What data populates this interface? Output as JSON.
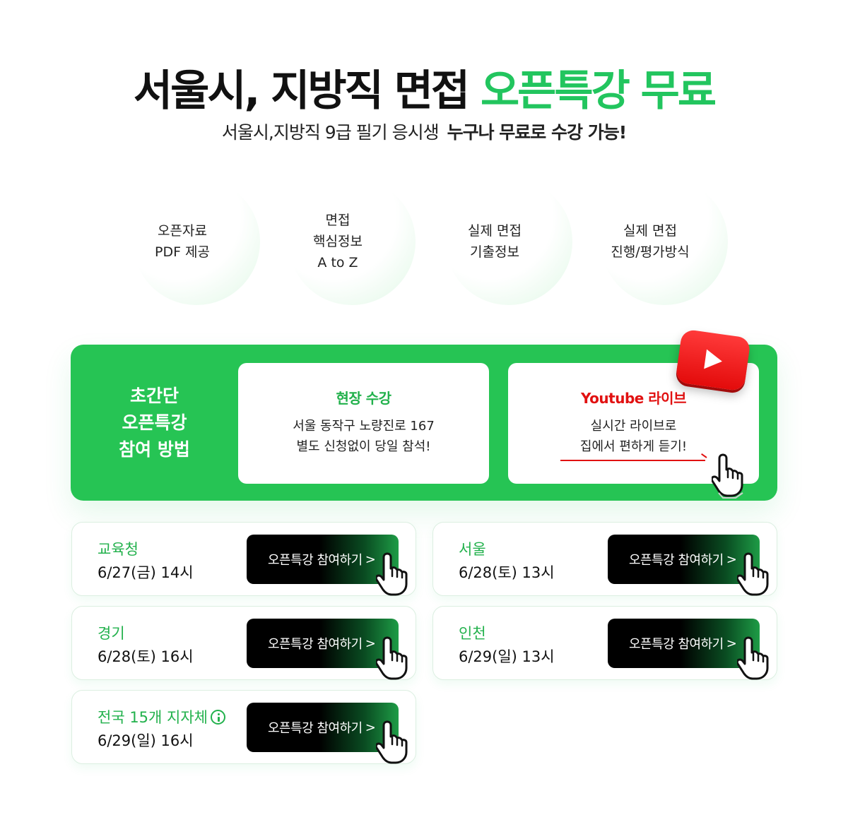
{
  "header": {
    "title_main": "서울시, 지방직 면접 ",
    "title_accent": "오픈특강 무료",
    "subtitle": "서울시,지방직 9급 필기 응시생",
    "subtitle_strong": "누구나 무료로 수강 가능!"
  },
  "features": [
    {
      "lines": [
        "오픈자료",
        "PDF 제공"
      ]
    },
    {
      "lines": [
        "면접",
        "핵심정보",
        "A to Z"
      ]
    },
    {
      "lines": [
        "실제 면접",
        "기출정보"
      ]
    },
    {
      "lines": [
        "실제 면접",
        "진행/평가방식"
      ]
    }
  ],
  "howto": {
    "title_lines": [
      "초간단",
      "오픈특강",
      "참여 방법"
    ],
    "onsite": {
      "title": "현장 수강",
      "lines": [
        "서울 동작구 노량진로 167",
        "별도 신청없이 당일 참석!"
      ]
    },
    "youtube": {
      "title": "Youtube 라이브",
      "lines": [
        "실시간 라이브로",
        "집에서 편하게 듣기!"
      ]
    }
  },
  "sessions": [
    {
      "region": "교육청",
      "when": "6/27(금) 14시",
      "button": "오픈특강 참여하기",
      "chevron": ">"
    },
    {
      "region": "서울",
      "when": "6/28(토) 13시",
      "button": "오픈특강 참여하기",
      "chevron": ">"
    },
    {
      "region": "경기",
      "when": "6/28(토) 16시",
      "button": "오픈특강 참여하기",
      "chevron": ">"
    },
    {
      "region": "인천",
      "when": "6/29(일) 13시",
      "button": "오픈특강 참여하기",
      "chevron": ">"
    },
    {
      "region": "전국 15개 지자체",
      "when": "6/29(일) 16시",
      "button": "오픈특강 참여하기",
      "chevron": ">"
    }
  ],
  "colors": {
    "accent_green": "#22c55e",
    "panel_green": "#26c454",
    "youtube_red": "#e11111"
  },
  "icons": [
    "youtube-logo-icon",
    "pointer-hand-icon",
    "info-icon"
  ]
}
